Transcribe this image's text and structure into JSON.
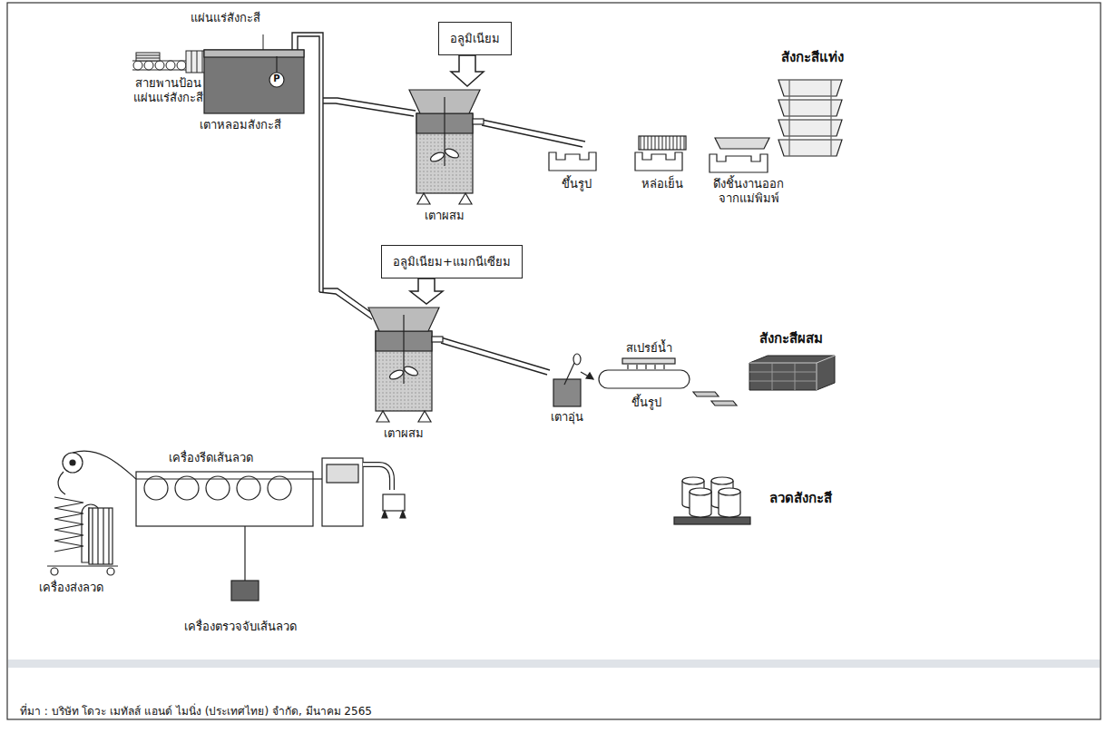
{
  "diagram": {
    "caption": "ที่มา : บริษัท โดวะ เมทัลส์ แอนด์ ไมนิ่ง (ประเทศไทย) จำกัด, มีนาคม 2565",
    "nodes": [
      {
        "text": [
          "อลูมิเนียม"
        ]
      },
      {
        "text": [
          "เตาผสม"
        ]
      },
      {
        "text": [
          "อลูมิเนียม+แมกนีเซียม"
        ]
      },
      {
        "text": [
          "เตาผสม"
        ]
      }
    ],
    "edges": [
      {
        "from": 0,
        "to": 1,
        "arrow": "to"
      },
      {
        "from": 2,
        "to": 3,
        "arrow": "to"
      }
    ],
    "labels": [
      "แผ่นแร่สังกะสี",
      "สายพานป้อน แผ่นแร่สังกะสี",
      "เตาหลอมสังกะสี",
      "สังกะสีแท่ง",
      "ขึ้นรูป",
      "หล่อเย็น",
      "ดึงชิ้นงานออก จากแม่พิมพ์",
      "สเปรย์น้ำ",
      "สังกะสีผสม",
      "เตาอุ่น",
      "ขึ้นรูป",
      "เครื่องรีดเส้นลวด",
      "ลวดสังกะสี",
      "เครื่องส่งลวด",
      "เครื่องตรวจจับเส้นลวด",
      "P"
    ]
  }
}
